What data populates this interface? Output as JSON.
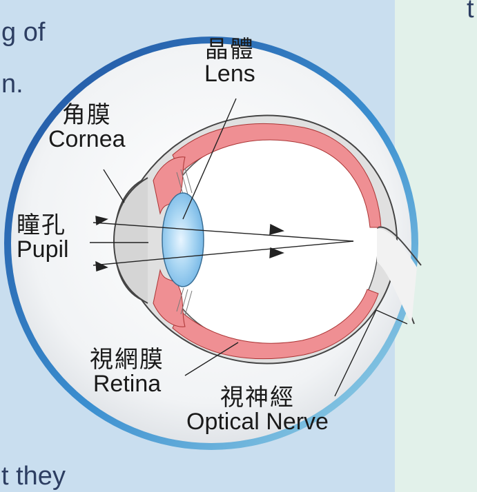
{
  "background_fragments": {
    "top_left_line1": "g of",
    "top_left_line2": "n.",
    "top_right": "t",
    "bottom_left": "t they"
  },
  "labels": {
    "lens": {
      "zh": "晶體",
      "en": "Lens"
    },
    "cornea": {
      "zh": "角膜",
      "en": "Cornea"
    },
    "pupil": {
      "zh": "瞳孔",
      "en": "Pupil"
    },
    "retina": {
      "zh": "視網膜",
      "en": "Retina"
    },
    "optical_nerve": {
      "zh": "視神經",
      "en": "Optical Nerve"
    }
  },
  "colors": {
    "left_panel": "#c9deef",
    "right_panel": "#e2f1ea",
    "ring": "#2b6fb8",
    "retina_red": "#ef8f93",
    "lens_blue": "#8fc7ec",
    "text": "#1a1a1a"
  }
}
